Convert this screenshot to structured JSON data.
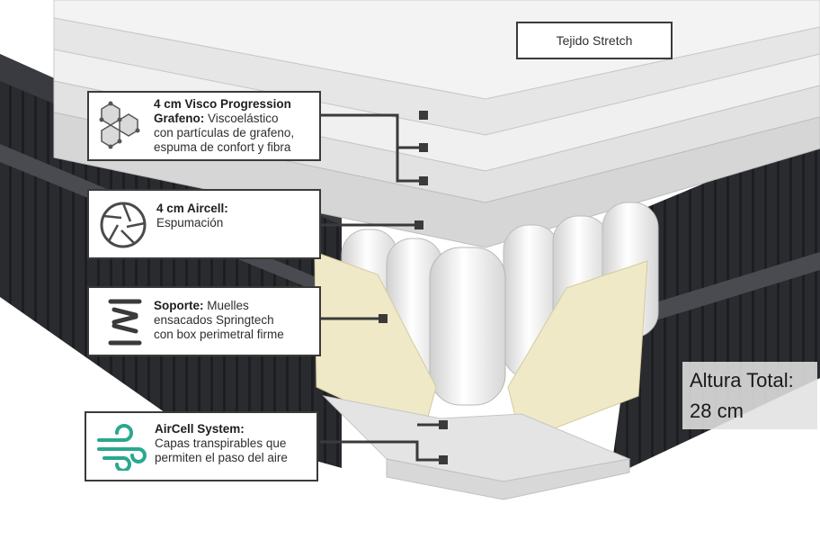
{
  "top_label": "Tejido Stretch",
  "callouts": [
    {
      "icon": "graphene-hexagon-icon",
      "title": "4 cm Visco Progression",
      "bold2": "Grafeno:",
      "line2": " Viscoelástico",
      "line3": "con partículas de grafeno,",
      "line4": "espuma de confort y fibra"
    },
    {
      "icon": "aperture-icon",
      "title": "4 cm Aircell:",
      "line2": "Espumación"
    },
    {
      "icon": "spring-icon",
      "bold1": "Soporte:",
      "line1": " Muelles",
      "line2": "ensacados Springtech",
      "line3": "con box perimetral firme"
    },
    {
      "icon": "airflow-icon",
      "title": "AirCell System:",
      "line2": "Capas transpirables que",
      "line3": "permiten el paso del aire"
    }
  ],
  "height_label": {
    "line1": "Altura Total:",
    "line2": "28 cm"
  },
  "colors": {
    "icon_accent": "#2aa88f",
    "fabric": "#2b2c30",
    "foam": "#e9e9e9",
    "side_foam": "#efe9c7"
  }
}
